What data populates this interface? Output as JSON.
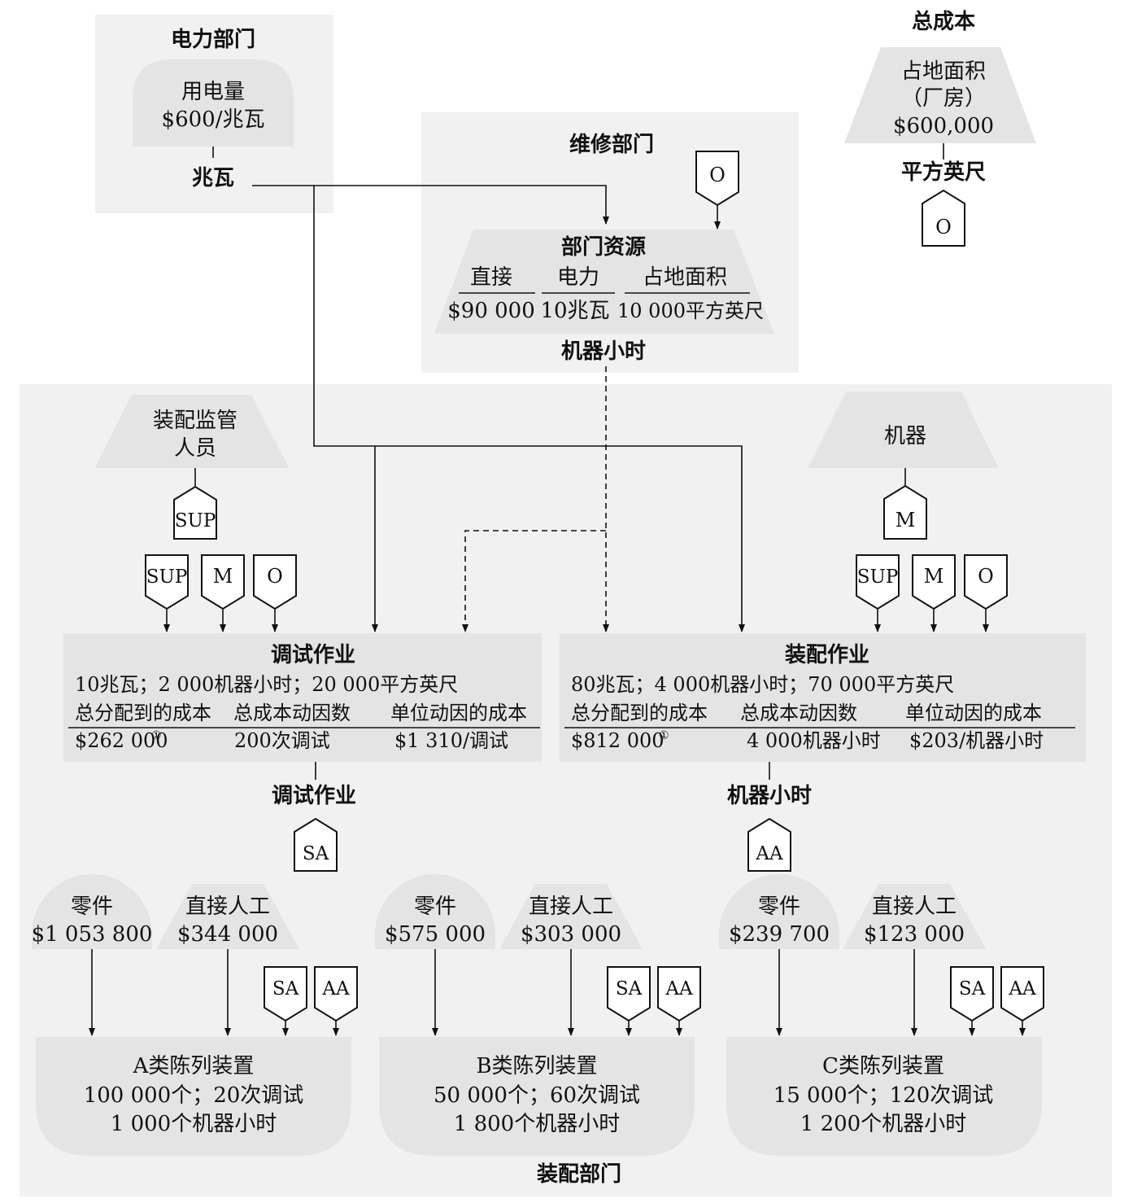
{
  "power_dept": {
    "title": "电力部门",
    "box_line1": "用电量",
    "box_line2": "$600/兆瓦",
    "driver": "兆瓦"
  },
  "total_cost": {
    "title": "总成本",
    "box_line1": "占地面积",
    "box_line2": "（厂房）",
    "box_line3": "$600,000",
    "driver": "平方英尺",
    "symbol": "O"
  },
  "maintenance_dept": {
    "title": "维修部门",
    "symbol": "O",
    "box_title": "部门资源",
    "col1_head": "直接",
    "col2_head": "电力",
    "col3_head": "占地面积",
    "col1_val": "$90 000",
    "col2_val": "10兆瓦",
    "col3_val": "10 000平方英尺",
    "driver": "机器小时"
  },
  "supervision": {
    "line1": "装配监管",
    "line2": "人员",
    "symbol": "SUP"
  },
  "machines": {
    "label": "机器",
    "symbol": "M"
  },
  "symbols": {
    "sup": "SUP",
    "m": "M",
    "o": "O",
    "sa": "SA",
    "aa": "AA"
  },
  "setup_activity": {
    "title": "调试作业",
    "resources": "10兆瓦；2 000机器小时；20 000平方英尺",
    "h1": "总分配到的成本",
    "h2": "总成本动因数",
    "h3": "单位动因的成本",
    "v1": "$262 000",
    "note": "①",
    "v2": "200次调试",
    "v3": "$1 310/调试",
    "driver": "调试作业"
  },
  "assembly_activity": {
    "title": "装配作业",
    "resources": "80兆瓦；4 000机器小时；70 000平方英尺",
    "h1": "总分配到的成本",
    "h2": "总成本动因数",
    "h3": "单位动因的成本",
    "v1": "$812 000",
    "note": "①",
    "v2": "4 000机器小时",
    "v3": "$203/机器小时",
    "driver": "机器小时"
  },
  "products": [
    {
      "parts_label": "零件",
      "parts_value": "$1 053 800",
      "labor_label": "直接人工",
      "labor_value": "$344 000",
      "name": "A类陈列装置",
      "line2": "100 000个；20次调试",
      "line3": "1 000个机器小时"
    },
    {
      "parts_label": "零件",
      "parts_value": "$575 000",
      "labor_label": "直接人工",
      "labor_value": "$303 000",
      "name": "B类陈列装置",
      "line2": "50 000个；60次调试",
      "line3": "1 800个机器小时"
    },
    {
      "parts_label": "零件",
      "parts_value": "$239 700",
      "labor_label": "直接人工",
      "labor_value": "$123 000",
      "name": "C类陈列装置",
      "line2": "15 000个；120次调试",
      "line3": "1 200个机器小时"
    }
  ],
  "assembly_dept": {
    "title": "装配部门"
  }
}
